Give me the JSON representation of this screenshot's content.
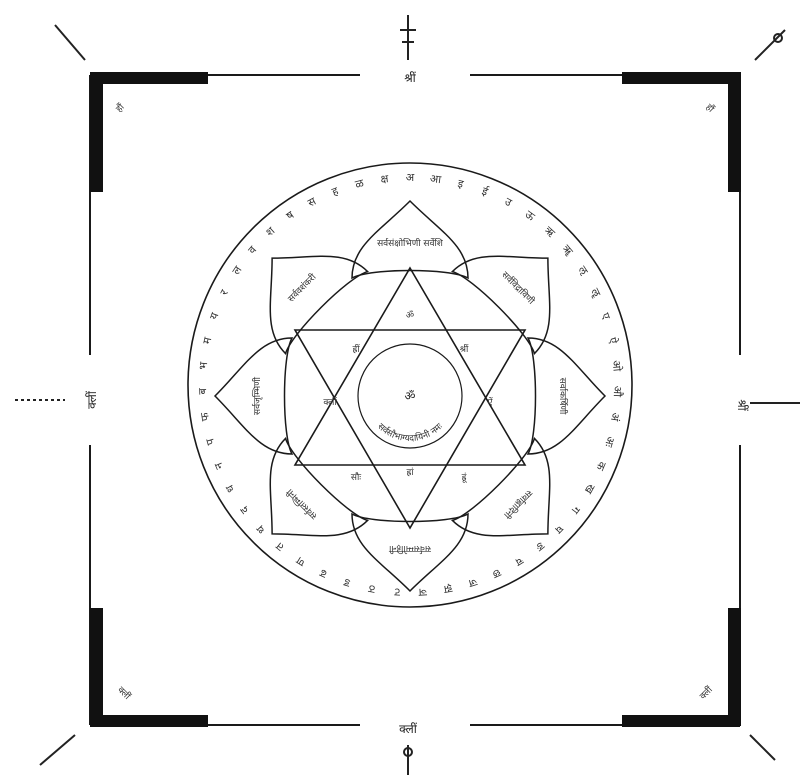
{
  "yantra": {
    "directions": {
      "north": "श्रीं",
      "east": "श्रीं",
      "south": "क्लीं",
      "west": "क्लीं"
    },
    "corners": {
      "north_west": "हौं",
      "north_east": "हौं",
      "south_west": "क्लीं",
      "south_east": "क्लीं"
    },
    "triangle_syllables": [
      "ॐ",
      "ह्रीं",
      "श्रीं",
      "क्लीं",
      "ऐं",
      "सौः",
      "ह्रूं",
      "ह्रां"
    ],
    "center": "ॐ",
    "inner_ring_text": "सर्वसौभाग्यदायिनी नमः",
    "petals": [
      "सर्वसंक्षोभिणी सर्वेशि",
      "सर्वविद्राविणी",
      "सर्वाकर्षिणी",
      "सर्वाह्लादिनी",
      "सर्वसम्मोहिनी",
      "सर्वस्तम्भिनी",
      "सर्वजृम्भिणी",
      "सर्ववशंकरी"
    ],
    "outer_ring_letters": [
      "अ",
      "आ",
      "इ",
      "ई",
      "उ",
      "ऊ",
      "ऋ",
      "ॠ",
      "ऌ",
      "ॡ",
      "ए",
      "ऐ",
      "ओ",
      "औ",
      "अं",
      "अः",
      "क",
      "ख",
      "ग",
      "घ",
      "ङ",
      "च",
      "छ",
      "ज",
      "झ",
      "ञ",
      "ट",
      "ठ",
      "ड",
      "ढ",
      "ण",
      "त",
      "थ",
      "द",
      "ध",
      "न",
      "प",
      "फ",
      "ब",
      "भ",
      "म",
      "य",
      "र",
      "ल",
      "व",
      "श",
      "ष",
      "स",
      "ह",
      "ळ",
      "क्ष"
    ],
    "colors": {
      "line": "#1a1a1a",
      "gate_bar": "#111111",
      "background": "#ffffff"
    }
  }
}
